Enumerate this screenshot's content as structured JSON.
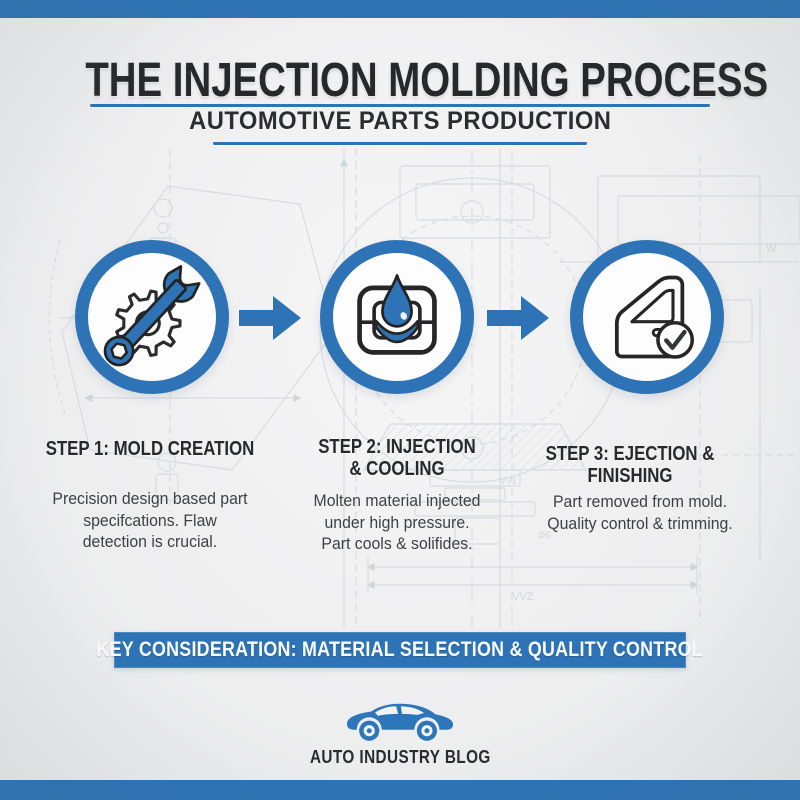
{
  "colors": {
    "accent_blue": "#2d73b5",
    "car_blue": "#2e76ba",
    "ink": "#27282a",
    "body_text": "#3e4043",
    "background": "#efeff0"
  },
  "header": {
    "title": "THE INJECTION MOLDING PROCESS",
    "subtitle": "AUTOMOTIVE PARTS PRODUCTION"
  },
  "steps": [
    {
      "icon": "gear-wrench-icon",
      "heading": "STEP 1: MOLD CREATION",
      "description": "Precision design based part\nspecifcations. Flaw\ndetection is crucial."
    },
    {
      "icon": "mold-droplet-icon",
      "heading": "STEP 2: INJECTION\n& COOLING",
      "description": "Molten material injected\nunder high pressure.\nPart cools & solifides."
    },
    {
      "icon": "car-door-check-icon",
      "heading": "STEP 3: EJECTION & FINISHING",
      "description": "Part removed from mold.\nQuality control & trimming."
    }
  ],
  "banner": {
    "label": "KEY CONSIDERATION: MATERIAL SELECTION & QUALITY CONTROL"
  },
  "footer": {
    "brand": "AUTO INDUSTRY BLOG"
  },
  "blueprint": {
    "labels": [
      "VVZ",
      "W",
      "VV1",
      "Ø6"
    ]
  }
}
